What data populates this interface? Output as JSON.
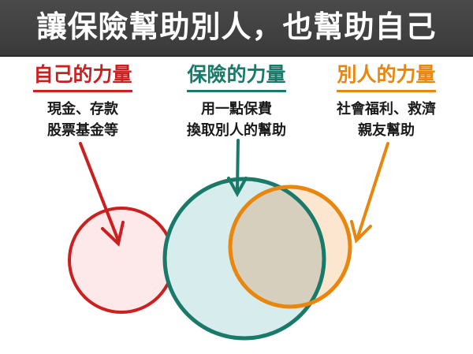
{
  "title": "讓保險幫助別人，也幫助自己",
  "columns": [
    {
      "heading": "自己的力量",
      "lines": [
        "現金、存款",
        "股票基金等"
      ],
      "color": "#cc1f1f"
    },
    {
      "heading": "保險的力量",
      "lines": [
        "用一點保費",
        "換取別人的幫助"
      ],
      "color": "#1a7a6a"
    },
    {
      "heading": "別人的力量",
      "lines": [
        "社會福利、救濟",
        "親友幫助"
      ],
      "color": "#e8860d"
    }
  ],
  "colors": {
    "banner": "#3f3f3f",
    "self_circle_fill": "#fde9e9",
    "insurance_circle_fill": "#d7ecec",
    "others_circle_fill": "#fde6cf",
    "overlap_fill": "#d6cfbd"
  }
}
